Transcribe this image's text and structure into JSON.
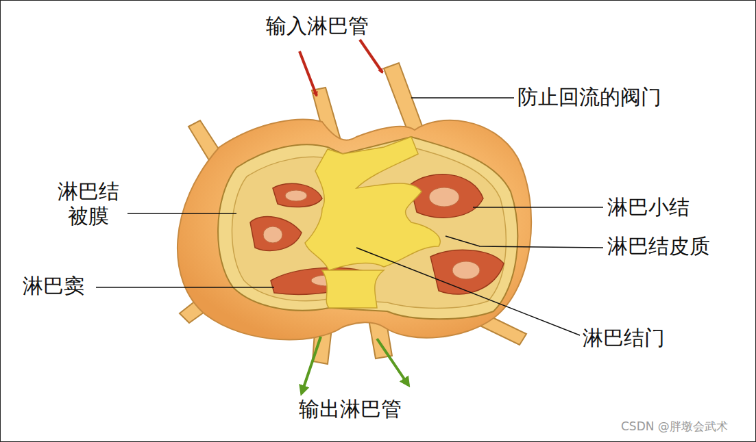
{
  "diagram": {
    "labels": [
      "输入淋巴管",
      "防止回流的阀门",
      "淋巴结 被膜",
      "淋巴小结",
      "淋巴结皮质",
      "淋巴窦",
      "淋巴结门",
      "输出淋巴管",
      "CSDN @胖墩会武术"
    ]
  }
}
